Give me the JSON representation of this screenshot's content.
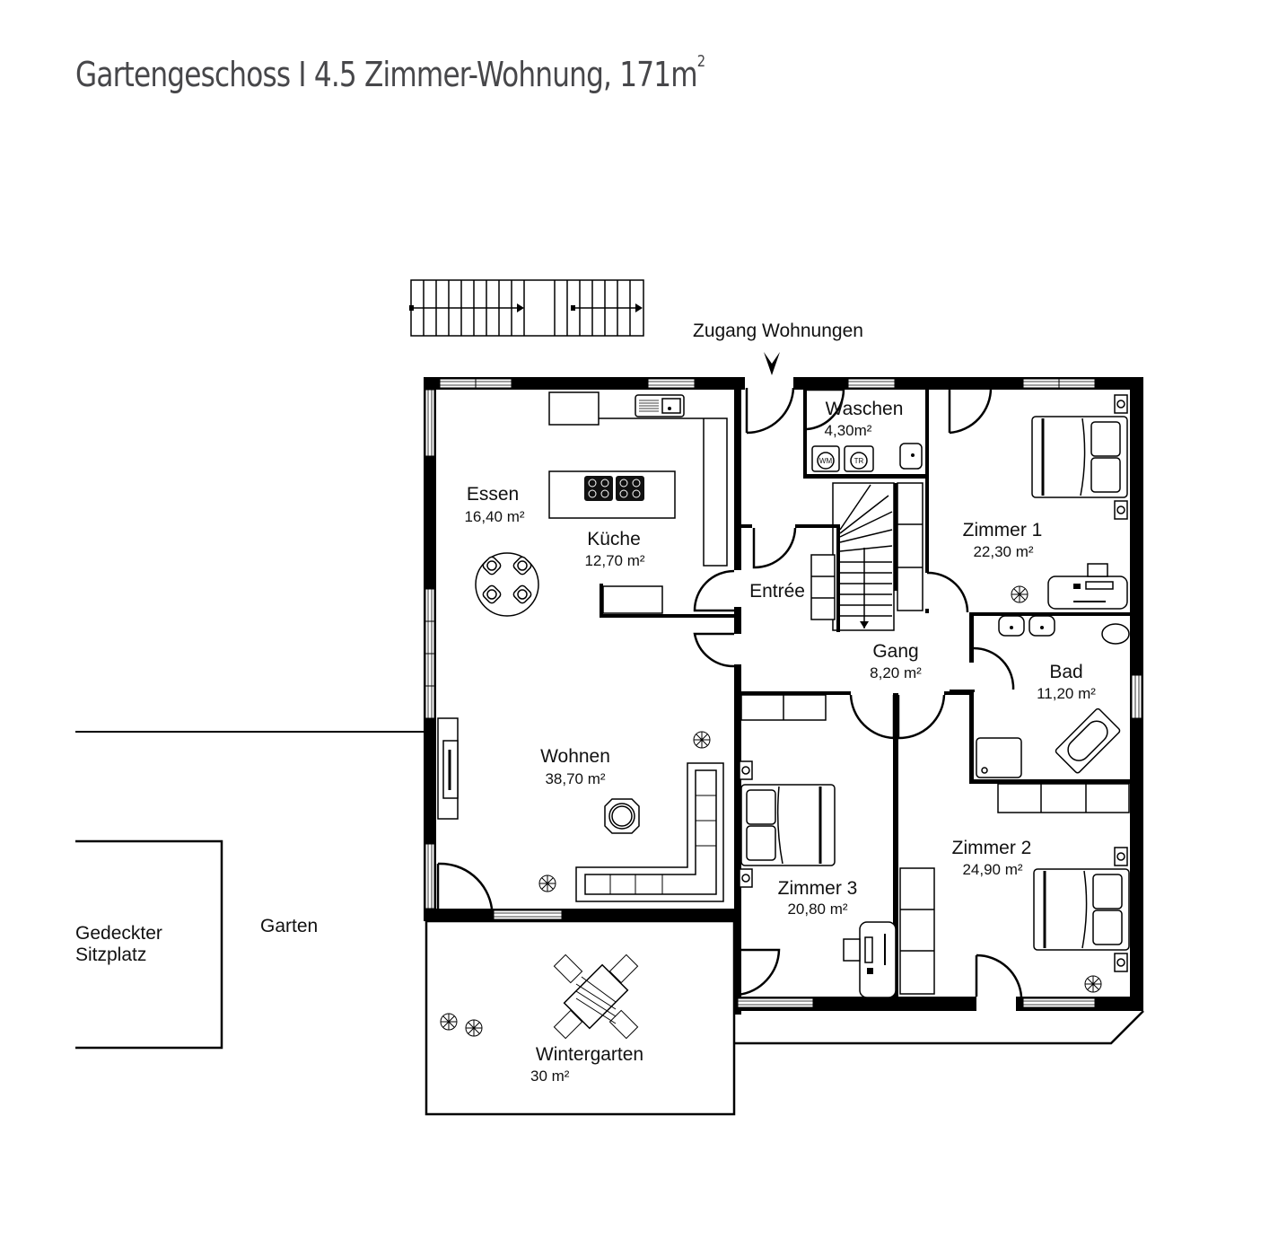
{
  "header": {
    "title": "Gartengeschoss I 4.5 Zimmer-Wohnung, 171m",
    "title_superscript": "2"
  },
  "floorplan": {
    "entrance_label": "Zugang Wohnungen",
    "rooms": [
      {
        "id": "essen",
        "name": "Essen",
        "area": "16,40 m²"
      },
      {
        "id": "kueche",
        "name": "Küche",
        "area": "12,70 m²"
      },
      {
        "id": "waschen",
        "name": "Waschen",
        "area": "4,30m²"
      },
      {
        "id": "zimmer1",
        "name": "Zimmer 1",
        "area": "22,30 m²"
      },
      {
        "id": "entree",
        "name": "Entrée",
        "area": ""
      },
      {
        "id": "gang",
        "name": "Gang",
        "area": "8,20 m²"
      },
      {
        "id": "bad",
        "name": "Bad",
        "area": "11,20 m²"
      },
      {
        "id": "wohnen",
        "name": "Wohnen",
        "area": "38,70 m²"
      },
      {
        "id": "zimmer3",
        "name": "Zimmer 3",
        "area": "20,80 m²"
      },
      {
        "id": "zimmer2",
        "name": "Zimmer 2",
        "area": "24,90 m²"
      },
      {
        "id": "wintergarten",
        "name": "Wintergarten",
        "area": "30 m²"
      }
    ],
    "outdoor": {
      "garten": "Garten",
      "sitzplatz_line1": "Gedeckter",
      "sitzplatz_line2": "Sitzplatz"
    },
    "appliances": {
      "washing_machine": "WM",
      "tumble_dryer": "TR"
    }
  }
}
